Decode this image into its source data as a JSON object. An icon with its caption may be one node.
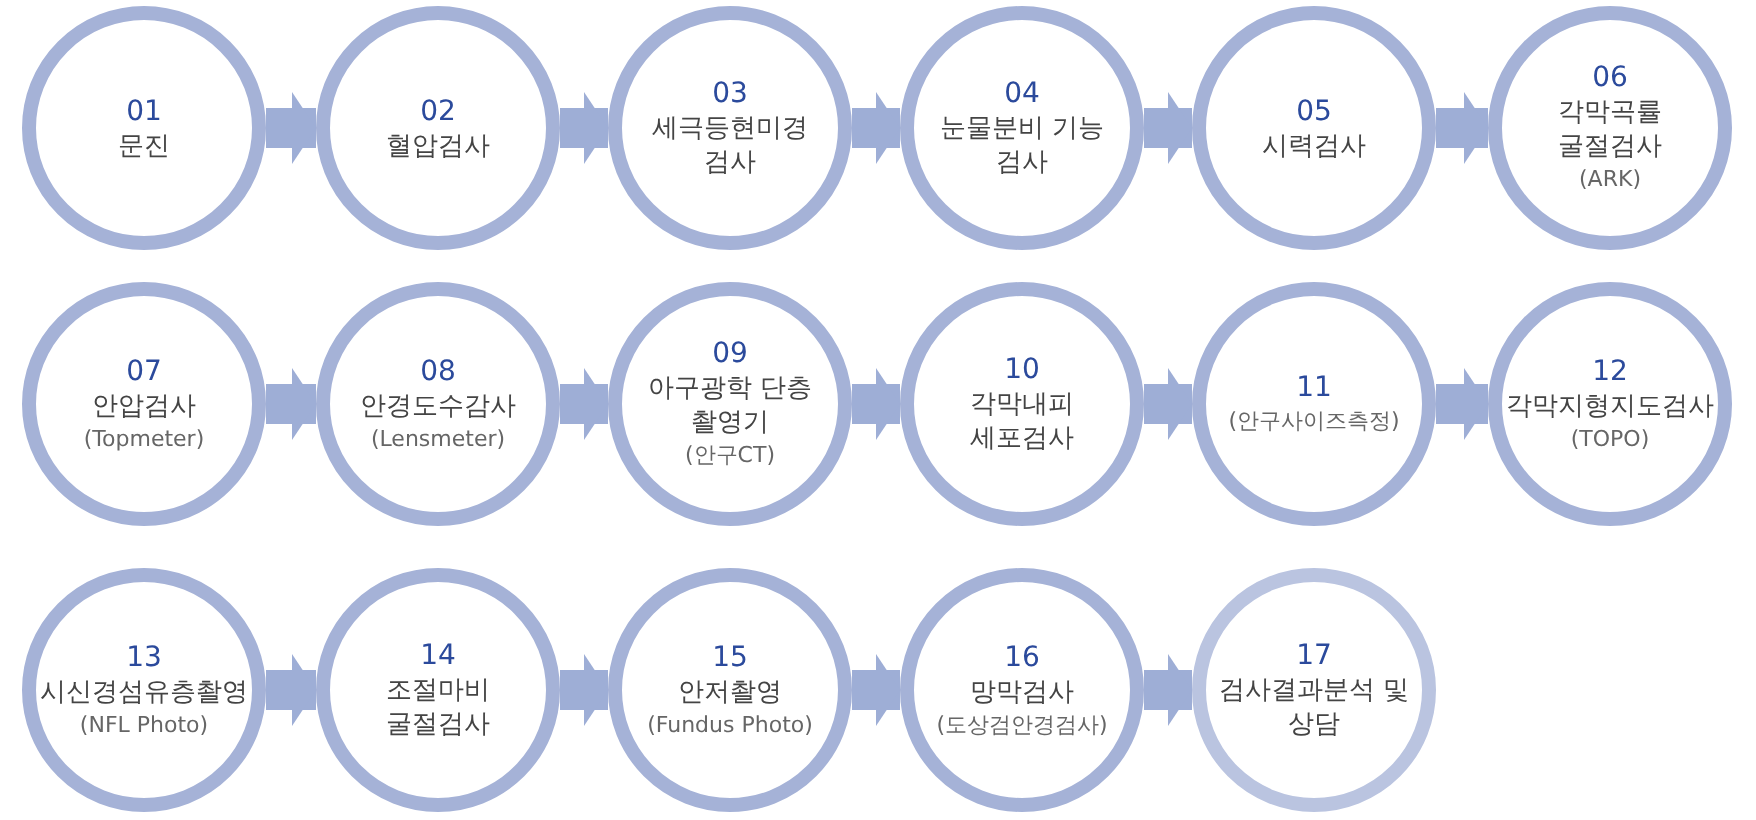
{
  "diagram": {
    "nodes": [
      {
        "text": [
          "01",
          "문진"
        ]
      },
      {
        "text": [
          "02",
          "혈압검사"
        ]
      },
      {
        "text": [
          "03",
          "세극등현미경 검사"
        ]
      },
      {
        "text": [
          "04",
          "눈물분비 기능 검사"
        ]
      },
      {
        "text": [
          "05",
          "시력검사"
        ]
      },
      {
        "text": [
          "06",
          "각막곡률 굴절검사",
          "(ARK)"
        ]
      },
      {
        "text": [
          "07",
          "안압검사",
          "(Topmeter)"
        ]
      },
      {
        "text": [
          "08",
          "안경도수감사",
          "(Lensmeter)"
        ]
      },
      {
        "text": [
          "09",
          "아구광학 단층 촬영기",
          "(안구CT)"
        ]
      },
      {
        "text": [
          "10",
          "각막내피 세포검사"
        ]
      },
      {
        "text": [
          "11",
          "(안구사이즈측정)"
        ]
      },
      {
        "text": [
          "12",
          "각막지형지도검사",
          "(TOPO)"
        ]
      },
      {
        "text": [
          "13",
          "시신경섬유층촬영",
          "(NFL Photo)"
        ]
      },
      {
        "text": [
          "14",
          "조절마비 굴절검사"
        ]
      },
      {
        "text": [
          "15",
          "안저촬영",
          "(Fundus Photo)"
        ]
      },
      {
        "text": [
          "16",
          "망막검사",
          "(도상검안경검사)"
        ]
      },
      {
        "text": [
          "17",
          "검사결과분석 및 상담"
        ]
      }
    ],
    "edges": [
      {
        "from": 0,
        "to": 1,
        "arrow": "to"
      },
      {
        "from": 1,
        "to": 2,
        "arrow": "to"
      },
      {
        "from": 2,
        "to": 3,
        "arrow": "to"
      },
      {
        "from": 3,
        "to": 4,
        "arrow": "to"
      },
      {
        "from": 4,
        "to": 5,
        "arrow": "to"
      },
      {
        "from": 6,
        "to": 7,
        "arrow": "to"
      },
      {
        "from": 7,
        "to": 8,
        "arrow": "to"
      },
      {
        "from": 8,
        "to": 9,
        "arrow": "to"
      },
      {
        "from": 9,
        "to": 10,
        "arrow": "to"
      },
      {
        "from": 10,
        "to": 11,
        "arrow": "to"
      },
      {
        "from": 12,
        "to": 13,
        "arrow": "to"
      },
      {
        "from": 13,
        "to": 14,
        "arrow": "to"
      },
      {
        "from": 14,
        "to": 15,
        "arrow": "to"
      },
      {
        "from": 15,
        "to": 16,
        "arrow": "to"
      }
    ]
  }
}
